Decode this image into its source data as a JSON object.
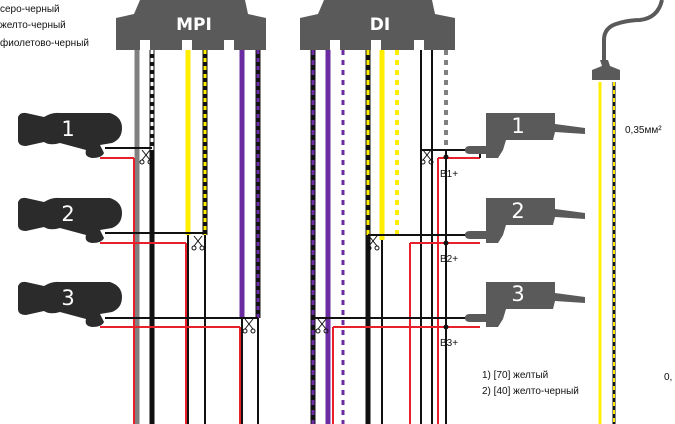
{
  "legend_top": [
    "серо-черный",
    "желто-черный",
    "фиолетово-черный"
  ],
  "connectors": {
    "mpi": "MPI",
    "di": "DI"
  },
  "injectors_mpi": [
    "1",
    "2",
    "3"
  ],
  "injectors_di": [
    "1",
    "2",
    "3"
  ],
  "b_labels": [
    "B1+",
    "B2+",
    "B3+"
  ],
  "cable_spec": "0,35мм²",
  "cable_spec_partial": "0,",
  "legend_bottom": [
    "1) [70] желтый",
    "2) [40] желто-черный"
  ],
  "colors": {
    "connector": "#5a5a5a",
    "gray": "#808080",
    "yellow": "#ffee00",
    "purple": "#6a2ca0",
    "red": "#e8202a",
    "black": "#111111"
  }
}
